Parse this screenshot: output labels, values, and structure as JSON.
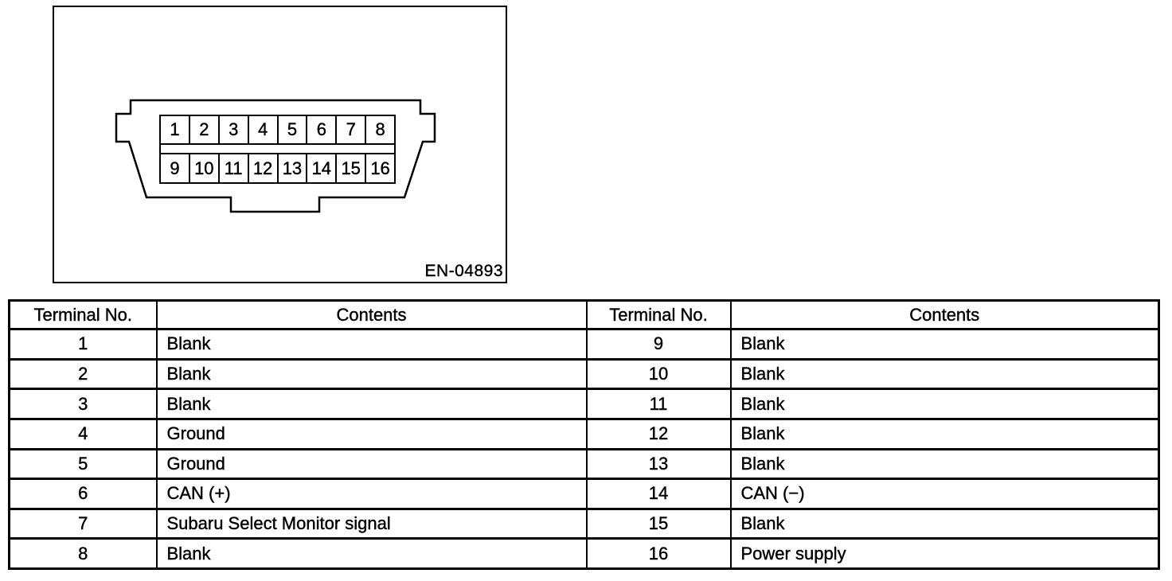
{
  "page": {
    "background_color": "#ffffff",
    "ink_color": "#000000"
  },
  "figure": {
    "description": "data-link-connector-pin-diagram",
    "code_label": "EN-04893",
    "pins": [
      "1",
      "2",
      "3",
      "4",
      "5",
      "6",
      "7",
      "8",
      "9",
      "10",
      "11",
      "12",
      "13",
      "14",
      "15",
      "16"
    ]
  },
  "table": {
    "headers": [
      "Terminal No.",
      "Contents",
      "Terminal No.",
      "Contents"
    ],
    "rows": [
      [
        "1",
        "Blank",
        "9",
        "Blank"
      ],
      [
        "2",
        "Blank",
        "10",
        "Blank"
      ],
      [
        "3",
        "Blank",
        "11",
        "Blank"
      ],
      [
        "4",
        "Ground",
        "12",
        "Blank"
      ],
      [
        "5",
        "Ground",
        "13",
        "Blank"
      ],
      [
        "6",
        "CAN (+)",
        "14",
        "CAN (−)"
      ],
      [
        "7",
        "Subaru Select Monitor signal",
        "15",
        "Blank"
      ],
      [
        "8",
        "Blank",
        "16",
        "Power supply"
      ]
    ]
  }
}
